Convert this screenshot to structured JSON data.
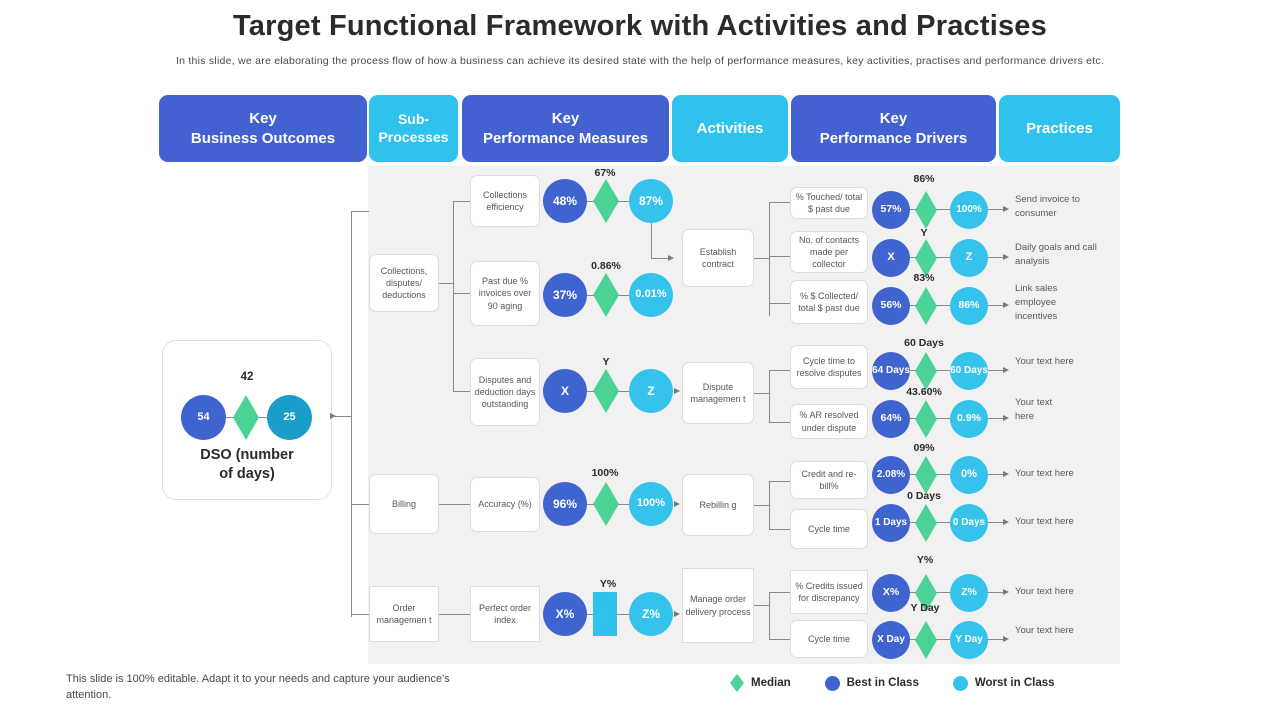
{
  "slide": {
    "title": "Target Functional Framework with Activities and Practises",
    "subtitle": "In this slide, we are elaborating the process flow of how a business can achieve its desired state with the help of performance measures, key activities, practises and performance drivers etc.",
    "footer_note": "This slide is 100% editable. Adapt it to your needs and capture your audience's attention."
  },
  "colors": {
    "header_blue": "#4361d0",
    "header_cyan": "#2ec2ed",
    "best_in_class": "#3f63cf",
    "worst_in_class": "#35c3ec",
    "median": "#4bd396",
    "panel_bg": "#f1f1f1"
  },
  "headers": [
    {
      "id": "key-business-outcomes",
      "line1": "Key",
      "line2": "Business Outcomes",
      "style": "blue"
    },
    {
      "id": "sub-processes",
      "line1": "Sub-",
      "line2": "Processes",
      "style": "cyan"
    },
    {
      "id": "key-performance-measures",
      "line1": "Key",
      "line2": "Performance Measures",
      "style": "blue"
    },
    {
      "id": "activities",
      "line1": "Activities",
      "line2": "",
      "style": "cyan"
    },
    {
      "id": "key-performance-drivers",
      "line1": "Key",
      "line2": "Performance Drivers",
      "style": "blue"
    },
    {
      "id": "practices",
      "line1": "Practices",
      "line2": "",
      "style": "cyan"
    }
  ],
  "outcome": {
    "median": "42",
    "best": "54",
    "worst": "25",
    "label_line1": "DSO (number",
    "label_line2": "of days)"
  },
  "sub_processes": [
    {
      "id": "collections",
      "text": "Collections, disputes/ deductions"
    },
    {
      "id": "billing",
      "text": "Billing"
    },
    {
      "id": "order-management",
      "text": "Order managemen t"
    }
  ],
  "measures": [
    {
      "id": "collections-efficiency",
      "label": "Collections efficiency",
      "best": "48%",
      "median": "67%",
      "worst": "87%"
    },
    {
      "id": "past-due-invoices",
      "label": "Past due % invoices over 90 aging",
      "best": "37%",
      "median": "0.86%",
      "worst": "0.01%"
    },
    {
      "id": "disputes-deduction-days",
      "label": "Disputes and deduction days outstanding",
      "best": "X",
      "median": "Y",
      "worst": "Z"
    },
    {
      "id": "accuracy",
      "label": "Accuracy (%)",
      "best": "96%",
      "median": "100%",
      "worst": "100%"
    },
    {
      "id": "perfect-order-index",
      "label": "Perfect order index",
      "best": "X%",
      "median": "Y%",
      "worst": "Z%"
    }
  ],
  "activities": [
    {
      "id": "establish-contract",
      "text": "Establish contract"
    },
    {
      "id": "dispute-management",
      "text": "Dispute managemen t"
    },
    {
      "id": "rebilling",
      "text": "Rebillin g"
    },
    {
      "id": "manage-order-delivery",
      "text": "Manage order delivery process"
    }
  ],
  "drivers": [
    {
      "id": "touched-total-past-due",
      "text": "% Touched/ total $ past due",
      "best": "57%",
      "median": "86%",
      "worst": "100%",
      "practice": "Send invoice to consumer"
    },
    {
      "id": "contacts-per-collector",
      "text": "No. of contacts made per collector",
      "best": "X",
      "median": "Y",
      "worst": "Z",
      "practice": "Daily goals and call analysis"
    },
    {
      "id": "collected-total-past-due",
      "text": "% $ Collected/ total $ past due",
      "best": "56%",
      "median": "83%",
      "worst": "86%",
      "practice": "Link sales employee incentives"
    },
    {
      "id": "cycle-time-resolve-disputes",
      "text": "Cycle time to resolve disputes",
      "best": "64 Days",
      "median": "60 Days",
      "worst": "60 Days",
      "practice": "Your text here"
    },
    {
      "id": "ar-resolved-under-dispute",
      "text": "% AR resolved under dispute",
      "best": "64%",
      "median": "43.60%",
      "worst": "0.9%",
      "practice": "Your text here"
    },
    {
      "id": "credit-and-rebill",
      "text": "Credit and re-bill%",
      "best": "2.08%",
      "median": "09%",
      "worst": "0%",
      "practice": "Your text here"
    },
    {
      "id": "cycle-time-rebilling",
      "text": "Cycle time",
      "best": "1 Days",
      "median": "0 Days",
      "worst": "0 Days",
      "practice": "Your text here"
    },
    {
      "id": "credits-issued-discrepancy",
      "text": "% Credits issued for discrepancy",
      "best": "X%",
      "median": "Y%",
      "worst": "Z%",
      "practice": "Your text here"
    },
    {
      "id": "cycle-time-order",
      "text": "Cycle time",
      "best": "X Day",
      "median": "Y Day",
      "worst": "Y Day",
      "practice": "Your text here"
    }
  ],
  "legend": [
    {
      "id": "median",
      "label": "Median",
      "shape": "diamond-icon"
    },
    {
      "id": "best-in-class",
      "label": "Best in Class",
      "shape": "circle-icon"
    },
    {
      "id": "worst-in-class",
      "label": "Worst in Class",
      "shape": "circle-icon"
    }
  ]
}
